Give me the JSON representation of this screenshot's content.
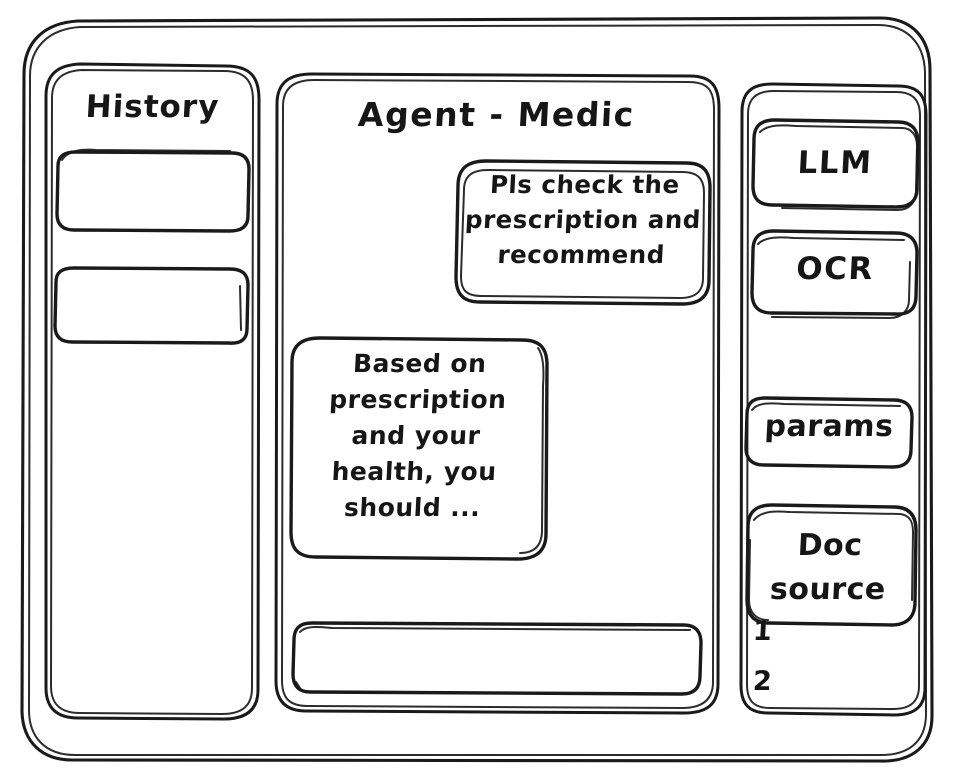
{
  "window": {
    "name": "agent-medic-wireframe",
    "stroke_color": "#1a1a1a",
    "background_color": "#ffffff"
  },
  "sidebar_left": {
    "title": "History",
    "items": [
      {
        "label": "",
        "name": "history-item-1"
      },
      {
        "label": "",
        "name": "history-item-2"
      }
    ]
  },
  "main": {
    "title": "Agent - Medic",
    "messages": [
      {
        "role": "user",
        "align": "right",
        "text": "Pls check the prescription and recommend"
      },
      {
        "role": "assistant",
        "align": "left",
        "text": "Based on prescription and your health, you should ..."
      }
    ],
    "composer": {
      "value": "",
      "placeholder": ""
    }
  },
  "sidebar_right": {
    "buttons": [
      {
        "label": "LLM",
        "name": "llm-button"
      },
      {
        "label": "OCR",
        "name": "ocr-button"
      },
      {
        "label": "params",
        "name": "params-button"
      },
      {
        "label": "Doc source",
        "name": "doc-source-button"
      }
    ],
    "doc_list": [
      {
        "label": "1",
        "name": "doc-source-item-1"
      },
      {
        "label": "2",
        "name": "doc-source-item-2"
      }
    ]
  }
}
